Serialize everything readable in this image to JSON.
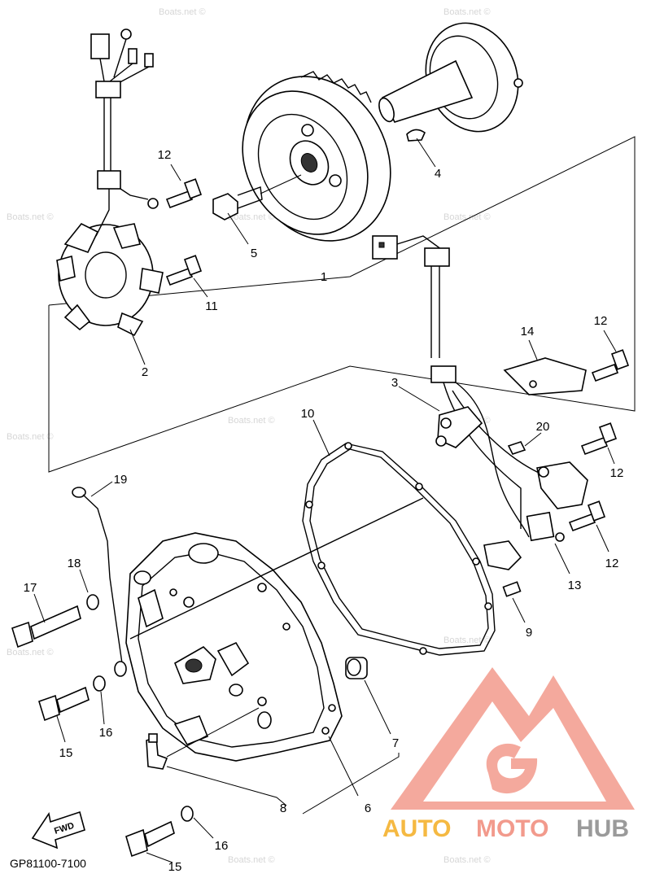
{
  "diagram": {
    "part_labels": {
      "p1": "1",
      "p2": "2",
      "p3": "3",
      "p4": "4",
      "p5": "5",
      "p6": "6",
      "p7": "7",
      "p8": "8",
      "p9": "9",
      "p10": "10",
      "p11": "11",
      "p12a": "12",
      "p12b": "12",
      "p12c": "12",
      "p12d": "12",
      "p13": "13",
      "p14": "14",
      "p15a": "15",
      "p15b": "15",
      "p16a": "16",
      "p16b": "16",
      "p17": "17",
      "p18": "18",
      "p19": "19",
      "p20": "20"
    },
    "drawing_code": "GP81100-7100",
    "fwd_label": "FWD",
    "watermark": "Boats.net ©",
    "logo": {
      "part1": "AUTO",
      "part2": "MOTO",
      "part3": "HUB"
    },
    "colors": {
      "logo_triangle": "#f29a8c",
      "logo_auto": "#f5b942",
      "logo_moto": "#f29a8c",
      "logo_hub": "#9a9a9a",
      "watermark": "#d6d6d6"
    }
  }
}
